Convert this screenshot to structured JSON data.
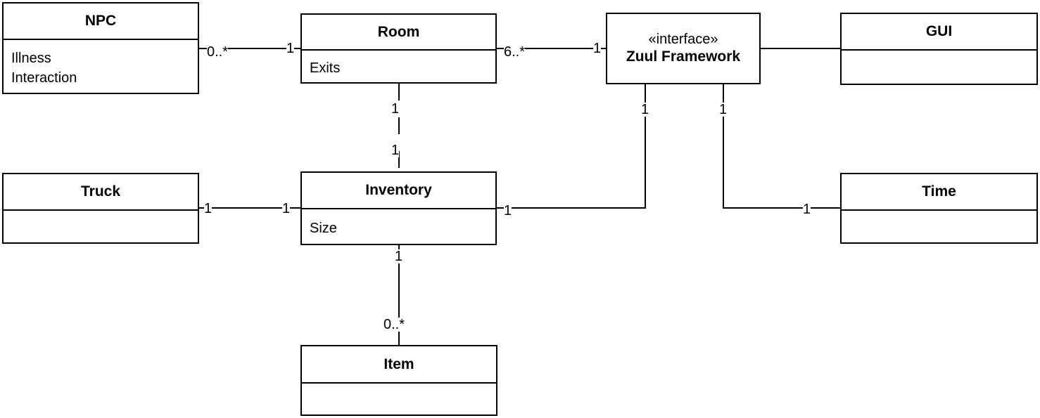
{
  "classes": {
    "npc": {
      "name": "NPC",
      "attributes": [
        "Illness",
        "Interaction"
      ]
    },
    "room": {
      "name": "Room",
      "attributes": [
        "Exits"
      ]
    },
    "zuul": {
      "stereotype": "«interface»",
      "name": "Zuul Framework"
    },
    "gui": {
      "name": "GUI",
      "attributes": []
    },
    "truck": {
      "name": "Truck",
      "attributes": []
    },
    "inventory": {
      "name": "Inventory",
      "attributes": [
        "Size"
      ]
    },
    "time": {
      "name": "Time",
      "attributes": []
    },
    "item": {
      "name": "Item",
      "attributes": []
    }
  },
  "associations": [
    {
      "from": "NPC",
      "to": "Room",
      "from_mult": "0..*",
      "to_mult": "1"
    },
    {
      "from": "Room",
      "to": "Zuul Framework",
      "from_mult": "6..*",
      "to_mult": "1"
    },
    {
      "from": "Zuul Framework",
      "to": "GUI",
      "from_mult": "",
      "to_mult": ""
    },
    {
      "from": "Room",
      "to": "Inventory",
      "from_mult": "1",
      "to_mult": "1"
    },
    {
      "from": "Truck",
      "to": "Inventory",
      "from_mult": "1",
      "to_mult": "1"
    },
    {
      "from": "Inventory",
      "to": "Zuul Framework",
      "from_mult": "1",
      "to_mult": "1"
    },
    {
      "from": "Zuul Framework",
      "to": "Time",
      "from_mult": "1",
      "to_mult": "1"
    },
    {
      "from": "Inventory",
      "to": "Item",
      "from_mult": "1",
      "to_mult": "0..*"
    }
  ]
}
